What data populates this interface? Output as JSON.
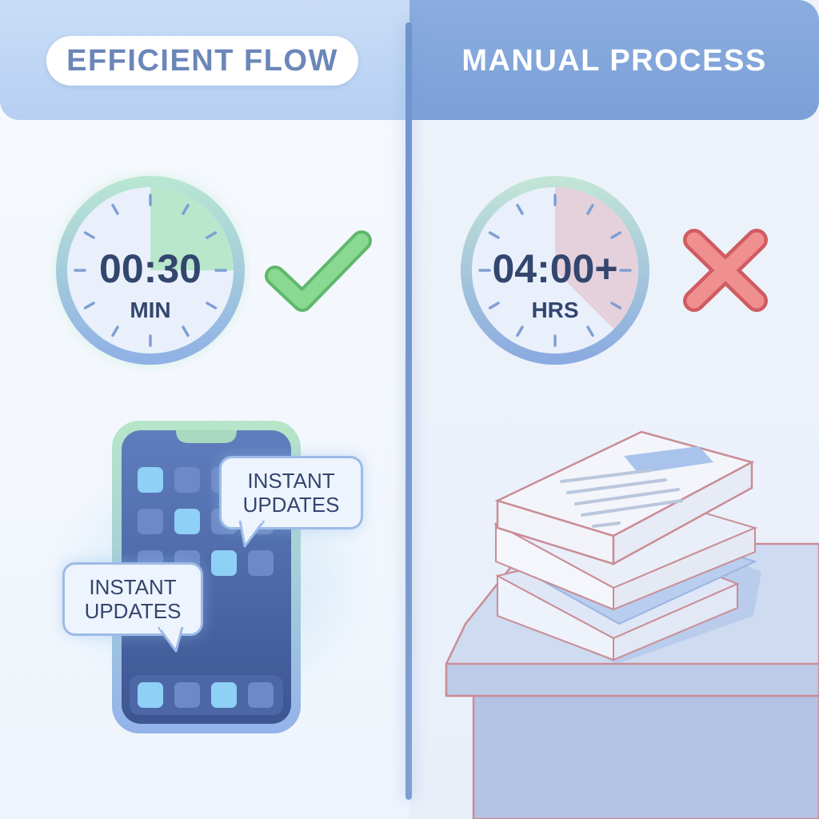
{
  "header": {
    "left_title": "EFFICIENT FLOW",
    "right_title": "MANUAL PROCESS"
  },
  "fast_timer": {
    "value": "00:30",
    "unit": "MIN",
    "progress": 0.25,
    "status": "check-icon",
    "accent": "#9fe0b3"
  },
  "slow_timer": {
    "value": "04:00+",
    "unit": "HRS",
    "progress": 0.375,
    "status": "x-icon",
    "accent": "#e9c8d3"
  },
  "phone": {
    "bubble_top": {
      "line1": "INSTANT",
      "line2": "UPDATES"
    },
    "bubble_bottom": {
      "line1": "INSTANT",
      "line2": "UPDATES"
    }
  },
  "colors": {
    "check": "#7fcf86",
    "cross": "#e57878",
    "header_left": "#b6d0f2",
    "header_right": "#7ba0d8",
    "divider": "#6f93cc"
  }
}
